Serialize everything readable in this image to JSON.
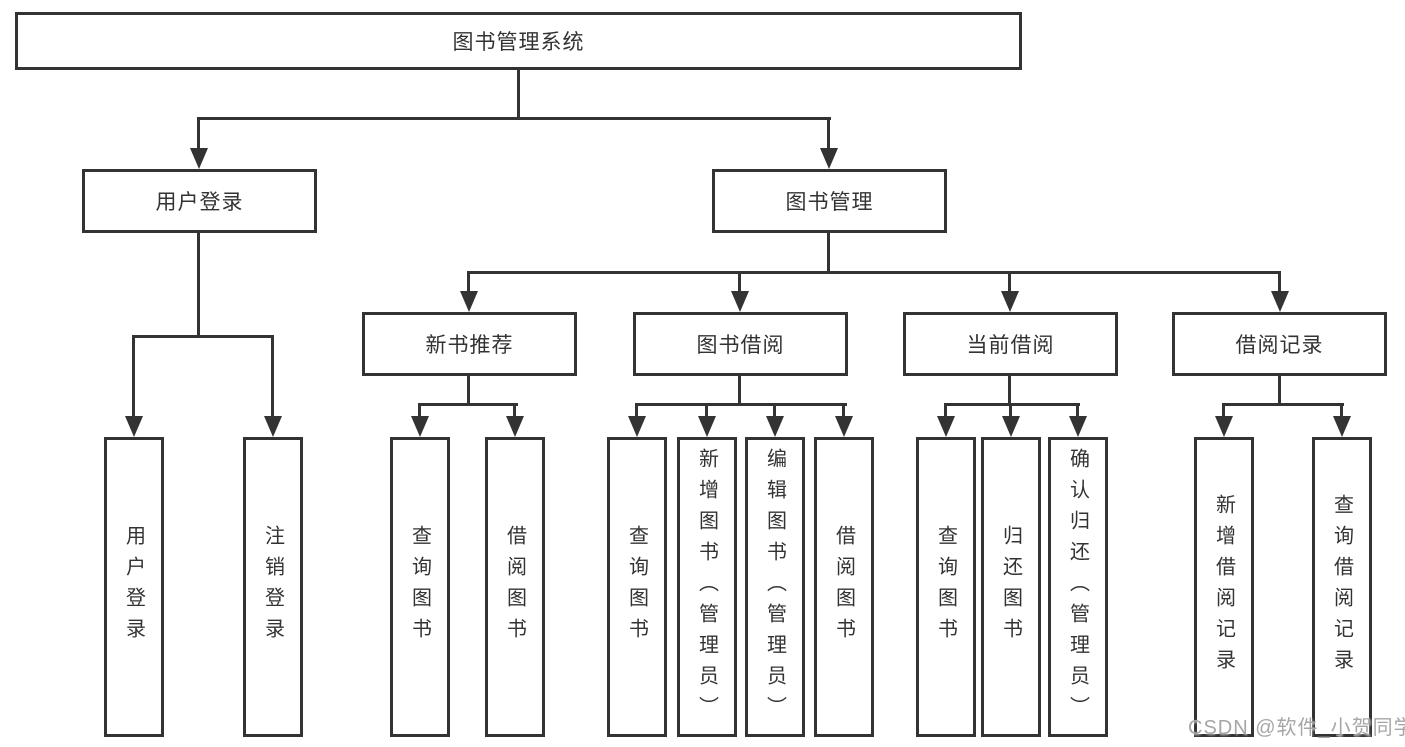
{
  "diagram": {
    "root": "图书管理系统",
    "branches": [
      {
        "label": "用户登录",
        "leaves": [
          "用户登录",
          "注销登录"
        ]
      },
      {
        "label": "图书管理",
        "groups": [
          {
            "label": "新书推荐",
            "leaves": [
              "查询图书",
              "借阅图书"
            ]
          },
          {
            "label": "图书借阅",
            "leaves": [
              "查询图书",
              "新增图书（管理员）",
              "编辑图书（管理员）",
              "借阅图书"
            ]
          },
          {
            "label": "当前借阅",
            "leaves": [
              "查询图书",
              "归还图书",
              "确认归还（管理员）"
            ]
          },
          {
            "label": "借阅记录",
            "leaves": [
              "新增借阅记录",
              "查询借阅记录"
            ]
          }
        ]
      }
    ]
  },
  "watermark": "CSDN @软件_小贺同学",
  "colors": {
    "line": "#333333",
    "text": "#333333",
    "background": "#ffffff",
    "watermark": "#a6a6a6"
  }
}
